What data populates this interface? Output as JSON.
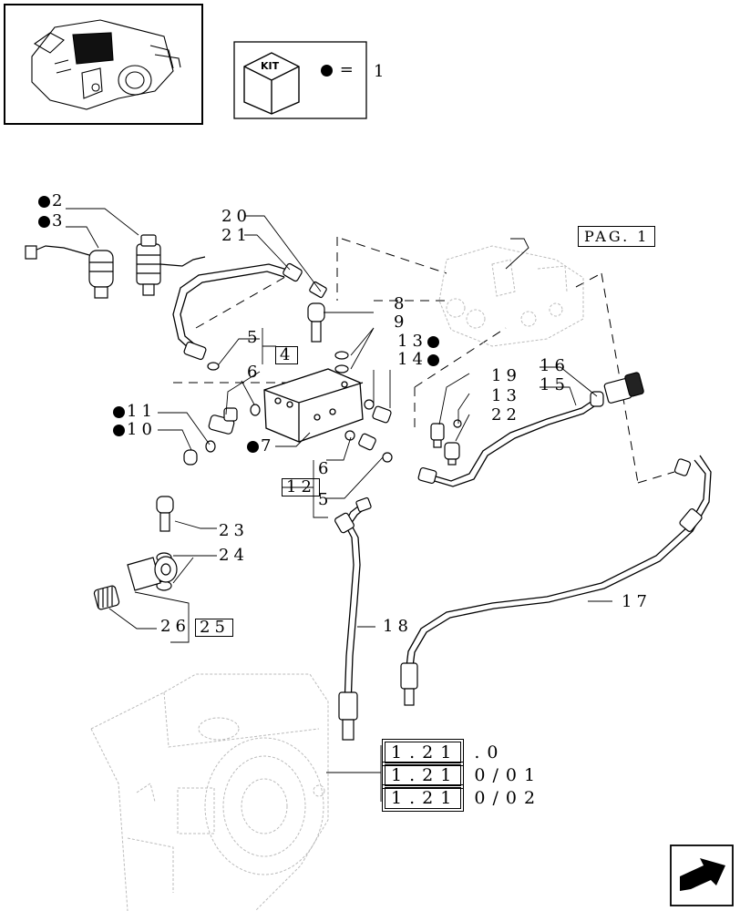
{
  "legend": {
    "kit_label": "KIT",
    "equals": "=",
    "kit_value": "1"
  },
  "page_ref": "PAG. 1",
  "callouts": {
    "c2": "2",
    "c3": "3",
    "c20": "20",
    "c21": "21",
    "c8": "8",
    "c9": "9",
    "c5a": "5",
    "c4": "4",
    "c6a": "6",
    "c13a": "13",
    "c14": "14",
    "c11": "11",
    "c10": "10",
    "c7": "7",
    "c19": "19",
    "c13b": "13",
    "c22": "22",
    "c16": "16",
    "c15": "15",
    "c12": "12",
    "c6b": "6",
    "c5b": "5",
    "c23": "23",
    "c24": "24",
    "c26": "26",
    "c25": "25",
    "c18": "18",
    "c17": "17"
  },
  "refs": [
    {
      "box": "1.21",
      "suffix": ".0"
    },
    {
      "box": "1.21",
      "suffix": "0/01"
    },
    {
      "box": "1.21",
      "suffix": "0/02"
    }
  ],
  "icons": {
    "thumbnail": "hitch-assembly-thumbnail",
    "kit": "kit-box-icon",
    "nav": "next-page-arrow-icon"
  }
}
